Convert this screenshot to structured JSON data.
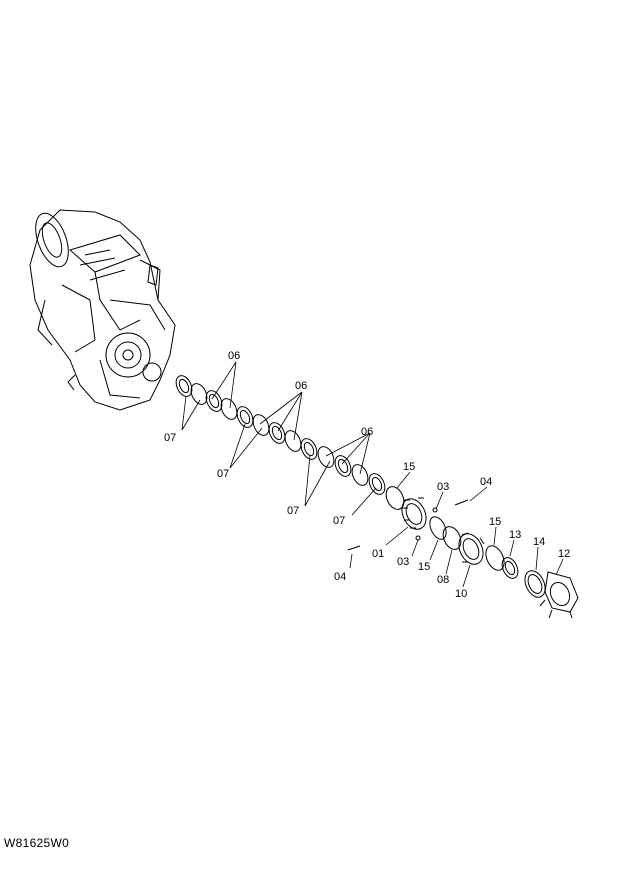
{
  "drawing_code": "W81625W0",
  "callouts": [
    {
      "id": "c06a",
      "label": "06"
    },
    {
      "id": "c07a",
      "label": "07"
    },
    {
      "id": "c06b",
      "label": "06"
    },
    {
      "id": "c07b",
      "label": "07"
    },
    {
      "id": "c06c",
      "label": "06"
    },
    {
      "id": "c07c",
      "label": "07"
    },
    {
      "id": "c07d",
      "label": "07"
    },
    {
      "id": "c15a",
      "label": "15"
    },
    {
      "id": "c03a",
      "label": "03"
    },
    {
      "id": "c04a",
      "label": "04"
    },
    {
      "id": "c01",
      "label": "01"
    },
    {
      "id": "c03b",
      "label": "03"
    },
    {
      "id": "c15b",
      "label": "15"
    },
    {
      "id": "c04b",
      "label": "04"
    },
    {
      "id": "c08",
      "label": "08"
    },
    {
      "id": "c10",
      "label": "10"
    },
    {
      "id": "c15c",
      "label": "15"
    },
    {
      "id": "c13",
      "label": "13"
    },
    {
      "id": "c14",
      "label": "14"
    },
    {
      "id": "c12",
      "label": "12"
    }
  ]
}
